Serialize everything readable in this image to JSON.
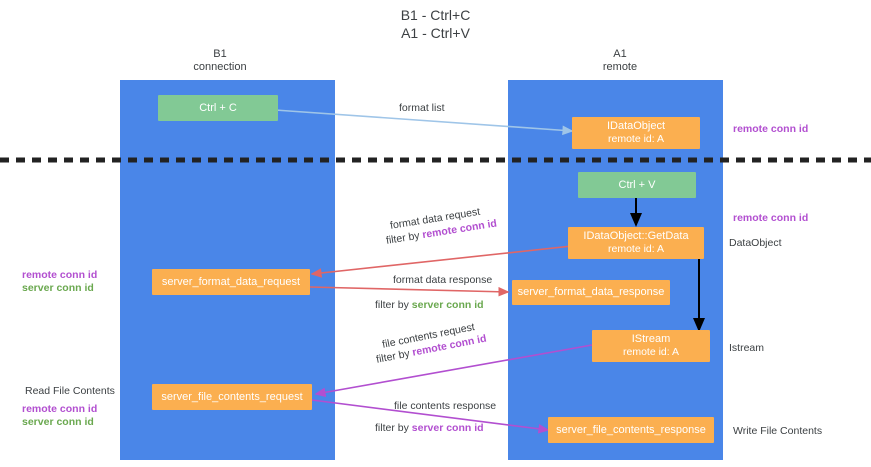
{
  "title": {
    "line1": "B1 - Ctrl+C",
    "line2": "A1 - Ctrl+V"
  },
  "columns": [
    {
      "name": "B1",
      "sub": "connection"
    },
    {
      "name": "A1",
      "sub": "remote"
    }
  ],
  "colors": {
    "lane": "#4a86e8",
    "green_node": "#82c995",
    "orange_node": "#fbaf50",
    "remote_conn_id": "#b24fd0",
    "server_conn_id_green": "#6aa84f",
    "server_conn_id_purple": "#b24fd0",
    "arrow_blue": "#9fc5e8",
    "arrow_red": "#e06666",
    "arrow_purple": "#b24fd0",
    "arrow_black": "#000000",
    "divider": "#222222"
  },
  "nodes": {
    "ctrl_c": {
      "label": "Ctrl + C"
    },
    "idataobject": {
      "line1": "IDataObject",
      "line2": "remote id: A"
    },
    "ctrl_v": {
      "label": "Ctrl + V"
    },
    "getdata": {
      "line1": "IDataObject::GetData",
      "line2": "remote id: A"
    },
    "server_format_data_request": {
      "label": "server_format_data_request"
    },
    "server_format_data_response": {
      "label": "server_format_data_response"
    },
    "istream": {
      "line1": "IStream",
      "line2": "remote id: A"
    },
    "server_file_contents_request": {
      "label": "server_file_contents_request"
    },
    "server_file_contents_response": {
      "label": "server_file_contents_response"
    }
  },
  "wire_labels": {
    "format_list": "format list",
    "format_data_request": "format data request",
    "format_data_request_filter_prefix": "filter by ",
    "format_data_request_filter_value": "remote conn id",
    "format_data_response": "format data response",
    "format_data_response_filter_prefix": "filter by ",
    "format_data_response_filter_value": "server conn id",
    "file_contents_request": "file contents request",
    "file_contents_request_filter_prefix": "filter by ",
    "file_contents_request_filter_value": "remote conn id",
    "file_contents_response": "file contents response",
    "file_contents_response_filter_prefix": "filter by ",
    "file_contents_response_filter_value": "server conn id"
  },
  "side_labels": {
    "right_remote_conn_id_top": "remote conn id",
    "right_remote_conn_id_mid": "remote conn id",
    "right_dataobject": "DataObject",
    "right_istream": "Istream",
    "right_write_file_contents": "Write File Contents",
    "left_remote_conn_id_mid": "remote conn id",
    "left_server_conn_id_mid": "server conn id",
    "left_read_file_contents": "Read File Contents",
    "left_remote_conn_id_bottom": "remote conn id",
    "left_server_conn_id_bottom": "server conn id"
  }
}
